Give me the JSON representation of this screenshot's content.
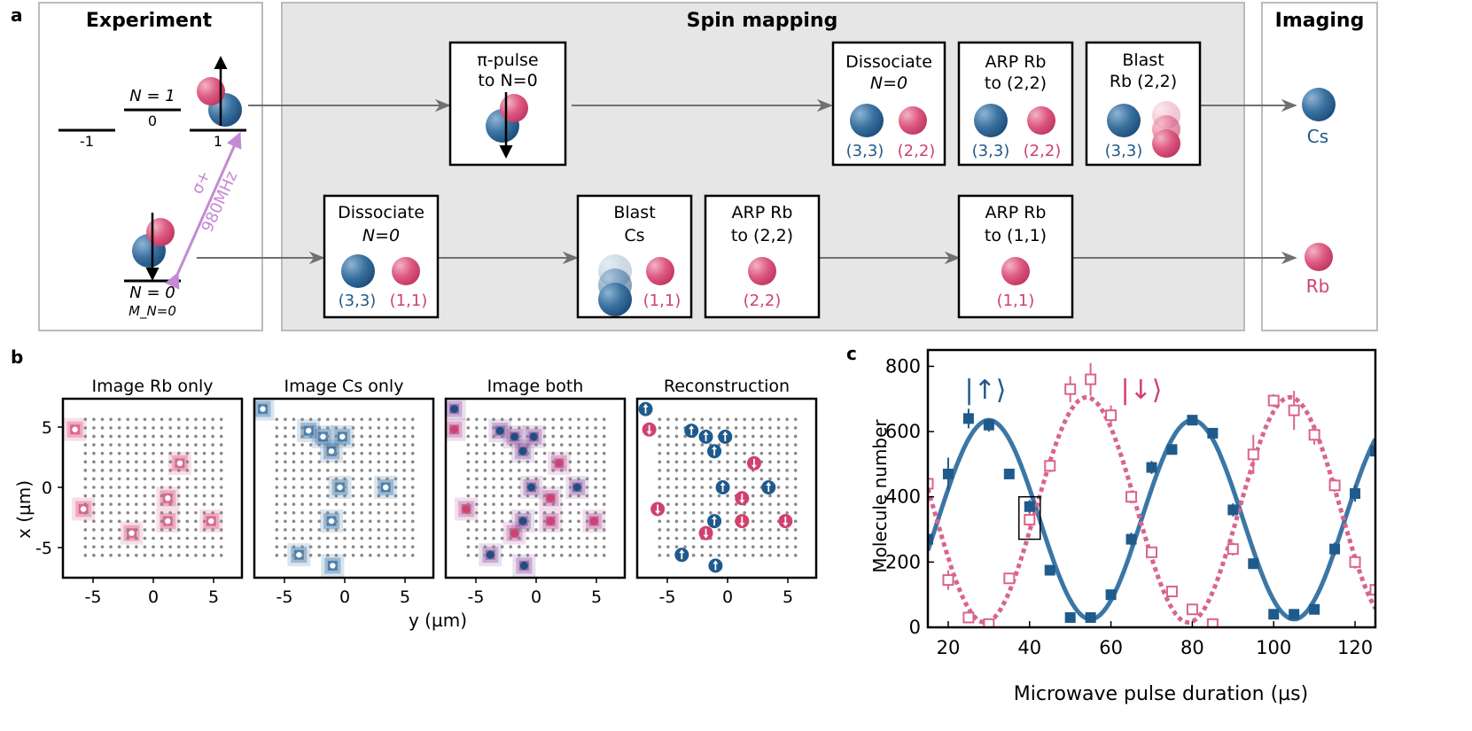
{
  "panel_a": {
    "letter": "a",
    "experiment": {
      "title": "Experiment",
      "level_n1": "N = 1",
      "sub_minus1": "-1",
      "sub_0": "0",
      "sub_1": "1",
      "level_n0": "N = 0",
      "level_mn0": "M_N=0",
      "sigma": "σ+",
      "freq": "980MHz"
    },
    "spin_title": "Spin mapping",
    "imaging_title": "Imaging",
    "boxes": {
      "pi_pulse": [
        "π-pulse",
        "to N=0"
      ],
      "dissociate_top": [
        "Dissociate",
        "N=0"
      ],
      "arp_top": [
        "ARP Rb",
        "to (2,2)"
      ],
      "blast_rb": [
        "Blast",
        "Rb (2,2)"
      ],
      "dissociate_bottom": [
        "Dissociate",
        "N=0"
      ],
      "blast_cs": [
        "Blast",
        "Cs"
      ],
      "arp_22": [
        "ARP Rb",
        "to (2,2)"
      ],
      "arp_11": [
        "ARP Rb",
        "to (1,1)"
      ]
    },
    "state_labels": {
      "cs33": "(3,3)",
      "rb22": "(2,2)",
      "rb11": "(1,1)"
    },
    "output_cs": "Cs",
    "output_rb": "Rb"
  },
  "panel_b": {
    "letter": "b",
    "titles": [
      "Image Rb only",
      "Image Cs only",
      "Image both",
      "Reconstruction"
    ],
    "xlabel": "y (µm)",
    "ylabel": "x (µm)",
    "xticks": [
      "-5",
      "0",
      "5"
    ],
    "yticks": [
      "5",
      "0",
      "-5"
    ]
  },
  "panel_c": {
    "letter": "c",
    "label_up": "|↑⟩",
    "label_down": "|↓⟩"
  },
  "colors": {
    "cs_blue": "#1f5a8c",
    "rb_pink": "#d0426d",
    "fit_blue": "#3b76a5",
    "fit_pink": "#d9658b",
    "sigma_violet": "#c58ad4",
    "box_gray": "#e6e6e6"
  },
  "chart_data": {
    "type": "scatter",
    "xlabel": "Microwave pulse duration (µs)",
    "ylabel": "Molecule number",
    "xlim": [
      15,
      125
    ],
    "ylim": [
      0,
      850
    ],
    "xticks": [
      20,
      40,
      60,
      80,
      100,
      120
    ],
    "yticks": [
      0,
      200,
      400,
      600,
      800
    ],
    "grid": false,
    "series": [
      {
        "name": "|↑⟩",
        "marker": "filled-square",
        "x": [
          15,
          20,
          25,
          30,
          35,
          40,
          45,
          50,
          55,
          60,
          65,
          70,
          75,
          80,
          85,
          90,
          95,
          100,
          105,
          110,
          115,
          120,
          125
        ],
        "y": [
          270,
          470,
          640,
          620,
          470,
          370,
          175,
          30,
          30,
          100,
          270,
          490,
          545,
          635,
          595,
          360,
          195,
          40,
          40,
          55,
          240,
          410,
          540
        ],
        "yerr": [
          50,
          50,
          30,
          20,
          15,
          20,
          15,
          10,
          10,
          15,
          20,
          20,
          15,
          15,
          15,
          20,
          15,
          10,
          10,
          10,
          20,
          25,
          30
        ]
      },
      {
        "name": "|↓⟩",
        "marker": "open-square",
        "x": [
          15,
          20,
          25,
          30,
          35,
          40,
          45,
          50,
          55,
          60,
          65,
          70,
          75,
          80,
          85,
          90,
          95,
          100,
          105,
          110,
          115,
          120,
          125
        ],
        "y": [
          440,
          145,
          30,
          10,
          150,
          330,
          495,
          730,
          760,
          650,
          400,
          230,
          110,
          55,
          10,
          240,
          530,
          695,
          665,
          590,
          435,
          200,
          115
        ],
        "yerr": [
          30,
          30,
          15,
          10,
          15,
          20,
          20,
          40,
          50,
          30,
          20,
          15,
          10,
          10,
          10,
          20,
          60,
          20,
          60,
          30,
          20,
          20,
          20
        ]
      }
    ],
    "fits": [
      {
        "series": "|↑⟩",
        "style": "solid",
        "offset": 330,
        "amplitude": 305,
        "period": 50,
        "peak_x": 30
      },
      {
        "series": "|↓⟩",
        "style": "dotted",
        "offset": 360,
        "amplitude": 345,
        "period": 50,
        "peak_x": 54
      }
    ],
    "highlight": {
      "x": 40,
      "y_range": [
        270,
        400
      ]
    }
  }
}
